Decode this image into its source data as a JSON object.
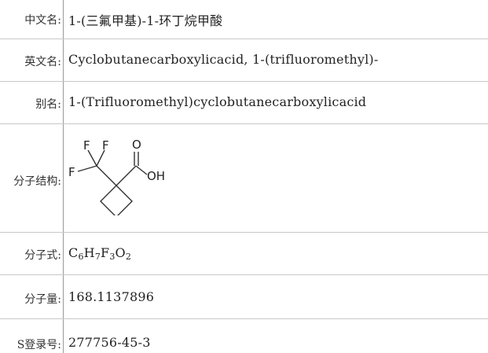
{
  "rows": {
    "chinese_name": {
      "label": "中文名:",
      "value": "1-(三氟甲基)-1-环丁烷甲酸"
    },
    "english_name": {
      "label": "英文名:",
      "value": "Cyclobutanecarboxylicacid, 1-(trifluoromethyl)-"
    },
    "alias": {
      "label": "别名:",
      "value": "1-(Trifluoromethyl)cyclobutanecarboxylicacid"
    },
    "structure": {
      "label": "分子结构:",
      "atoms": {
        "f1": "F",
        "f2": "F",
        "f3": "F",
        "o": "O",
        "oh": "OH"
      }
    },
    "formula": {
      "label": "分子式:",
      "parts": [
        {
          "el": "C",
          "n": "6"
        },
        {
          "el": "H",
          "n": "7"
        },
        {
          "el": "F",
          "n": "3"
        },
        {
          "el": "O",
          "n": "2"
        }
      ]
    },
    "mol_weight": {
      "label": "分子量:",
      "value": "168.1137896"
    },
    "cas": {
      "label": "S登录号:",
      "value": "277756-45-3"
    }
  }
}
